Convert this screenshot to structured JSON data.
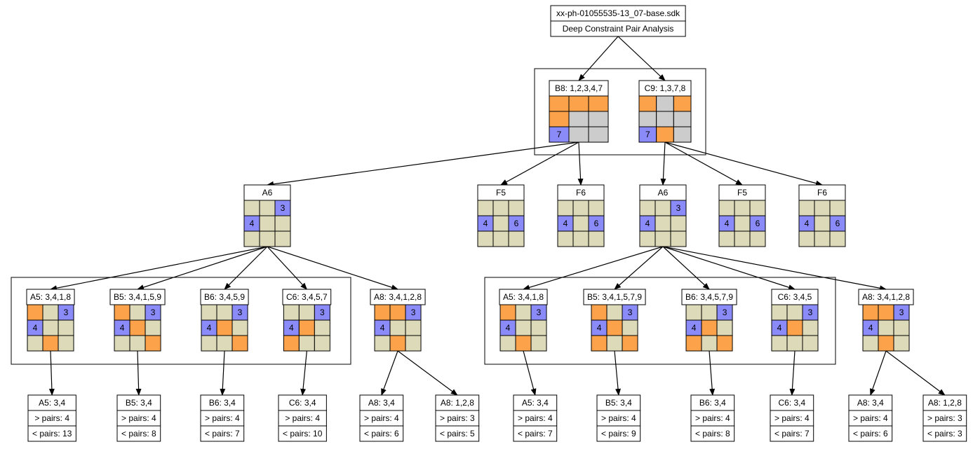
{
  "colors": {
    "tan": "#dcdab8",
    "orange": "#fca24a",
    "blue": "#8a8af8",
    "gray": "#cccccc",
    "white": "#ffffff",
    "black": "#000000"
  },
  "root": {
    "id": "root",
    "lines": [
      "xx-ph-01055535-13_07-base.sdk",
      "Deep Constraint Pair Analysis"
    ]
  },
  "nodes": [
    {
      "id": "l1a",
      "title": "B8: 1,2,3,4,7",
      "grid": [
        "O",
        "O",
        "O",
        "O",
        "G",
        "G",
        "B",
        "G",
        "G"
      ],
      "nums": [
        "",
        "",
        "",
        "",
        "",
        "",
        "7",
        "",
        ""
      ]
    },
    {
      "id": "l1b",
      "title": "C9: 1,3,7,8",
      "grid": [
        "O",
        "G",
        "O",
        "G",
        "G",
        "G",
        "B",
        "O",
        "G"
      ],
      "nums": [
        "",
        "",
        "",
        "",
        "",
        "",
        "7",
        "",
        ""
      ]
    },
    {
      "id": "a6l",
      "title": "A6",
      "grid": [
        "T",
        "T",
        "B",
        "B",
        "T",
        "T",
        "T",
        "T",
        "T"
      ],
      "nums": [
        "",
        "",
        "3",
        "4",
        "",
        "",
        "",
        "",
        ""
      ]
    },
    {
      "id": "f5l",
      "title": "F5",
      "grid": [
        "T",
        "T",
        "T",
        "B",
        "T",
        "B",
        "T",
        "T",
        "T"
      ],
      "nums": [
        "",
        "",
        "",
        "4",
        "",
        "6",
        "",
        "",
        ""
      ]
    },
    {
      "id": "f6l",
      "title": "F6",
      "grid": [
        "T",
        "T",
        "T",
        "B",
        "T",
        "B",
        "T",
        "T",
        "T"
      ],
      "nums": [
        "",
        "",
        "",
        "4",
        "",
        "6",
        "",
        "",
        ""
      ]
    },
    {
      "id": "a6r",
      "title": "A6",
      "grid": [
        "T",
        "T",
        "B",
        "B",
        "T",
        "T",
        "T",
        "T",
        "T"
      ],
      "nums": [
        "",
        "",
        "3",
        "4",
        "",
        "",
        "",
        "",
        ""
      ]
    },
    {
      "id": "f5r",
      "title": "F5",
      "grid": [
        "T",
        "T",
        "T",
        "B",
        "T",
        "B",
        "T",
        "T",
        "T"
      ],
      "nums": [
        "",
        "",
        "",
        "4",
        "",
        "6",
        "",
        "",
        ""
      ]
    },
    {
      "id": "f6r",
      "title": "F6",
      "grid": [
        "T",
        "T",
        "T",
        "B",
        "T",
        "B",
        "T",
        "T",
        "T"
      ],
      "nums": [
        "",
        "",
        "",
        "4",
        "",
        "6",
        "",
        "",
        ""
      ]
    },
    {
      "id": "la5",
      "title": "A5: 3,4,1,8",
      "grid": [
        "O",
        "T",
        "B",
        "B",
        "T",
        "T",
        "T",
        "O",
        "T"
      ],
      "nums": [
        "",
        "",
        "3",
        "4",
        "",
        "",
        "",
        "",
        ""
      ]
    },
    {
      "id": "lb5",
      "title": "B5: 3,4,1,5,9",
      "grid": [
        "O",
        "T",
        "B",
        "B",
        "O",
        "T",
        "T",
        "T",
        "O"
      ],
      "nums": [
        "",
        "",
        "3",
        "4",
        "",
        "",
        "",
        "",
        ""
      ]
    },
    {
      "id": "lb6",
      "title": "B6: 3,4,5,9",
      "grid": [
        "T",
        "T",
        "B",
        "B",
        "O",
        "T",
        "T",
        "T",
        "O"
      ],
      "nums": [
        "",
        "",
        "3",
        "4",
        "",
        "",
        "",
        "",
        ""
      ]
    },
    {
      "id": "lc6",
      "title": "C6: 3,4,5,7",
      "grid": [
        "T",
        "T",
        "B",
        "B",
        "O",
        "T",
        "O",
        "T",
        "T"
      ],
      "nums": [
        "",
        "",
        "3",
        "4",
        "",
        "",
        "",
        "",
        ""
      ]
    },
    {
      "id": "la8",
      "title": "A8: 3,4,1,2,8",
      "grid": [
        "O",
        "O",
        "B",
        "B",
        "T",
        "T",
        "T",
        "O",
        "T"
      ],
      "nums": [
        "",
        "",
        "3",
        "4",
        "",
        "",
        "",
        "",
        ""
      ]
    },
    {
      "id": "ra5",
      "title": "A5: 3,4,1,8",
      "grid": [
        "O",
        "T",
        "B",
        "B",
        "T",
        "T",
        "T",
        "O",
        "T"
      ],
      "nums": [
        "",
        "",
        "3",
        "4",
        "",
        "",
        "",
        "",
        ""
      ]
    },
    {
      "id": "rb5",
      "title": "B5: 3,4,1,5,7,9",
      "grid": [
        "O",
        "T",
        "B",
        "B",
        "O",
        "T",
        "O",
        "T",
        "O"
      ],
      "nums": [
        "",
        "",
        "3",
        "4",
        "",
        "",
        "",
        "",
        ""
      ]
    },
    {
      "id": "rb6",
      "title": "B6: 3,4,5,7,9",
      "grid": [
        "T",
        "T",
        "B",
        "B",
        "O",
        "T",
        "O",
        "T",
        "O"
      ],
      "nums": [
        "",
        "",
        "3",
        "4",
        "",
        "",
        "",
        "",
        ""
      ]
    },
    {
      "id": "rc6",
      "title": "C6: 3,4,5",
      "grid": [
        "T",
        "T",
        "B",
        "B",
        "O",
        "T",
        "T",
        "T",
        "T"
      ],
      "nums": [
        "",
        "",
        "3",
        "4",
        "",
        "",
        "",
        "",
        ""
      ]
    },
    {
      "id": "ra8",
      "title": "A8: 3,4,1,2,8",
      "grid": [
        "O",
        "O",
        "B",
        "B",
        "T",
        "T",
        "T",
        "O",
        "T"
      ],
      "nums": [
        "",
        "",
        "3",
        "4",
        "",
        "",
        "",
        "",
        ""
      ]
    }
  ],
  "results": [
    {
      "id": "res1",
      "lines": [
        "A5: 3,4",
        "> pairs: 4",
        "< pairs: 13"
      ]
    },
    {
      "id": "res2",
      "lines": [
        "B5: 3,4",
        "> pairs: 4",
        "< pairs: 8"
      ]
    },
    {
      "id": "res3",
      "lines": [
        "B6: 3,4",
        "> pairs: 4",
        "< pairs: 7"
      ]
    },
    {
      "id": "res4",
      "lines": [
        "C6: 3,4",
        "> pairs: 4",
        "< pairs: 10"
      ]
    },
    {
      "id": "res5",
      "lines": [
        "A8: 3,4",
        "> pairs: 4",
        "< pairs: 6"
      ]
    },
    {
      "id": "res6",
      "lines": [
        "A8: 1,2,8",
        "> pairs: 3",
        "< pairs: 5"
      ]
    },
    {
      "id": "res7",
      "lines": [
        "A5: 3,4",
        "> pairs: 4",
        "< pairs: 7"
      ]
    },
    {
      "id": "res8",
      "lines": [
        "B5: 3,4",
        "> pairs: 4",
        "< pairs: 9"
      ]
    },
    {
      "id": "res9",
      "lines": [
        "B6: 3,4",
        "> pairs: 4",
        "< pairs: 8"
      ]
    },
    {
      "id": "res10",
      "lines": [
        "C6: 3,4",
        "> pairs: 4",
        "< pairs: 7"
      ]
    },
    {
      "id": "res11",
      "lines": [
        "A8: 3,4",
        "> pairs: 4",
        "< pairs: 6"
      ]
    },
    {
      "id": "res12",
      "lines": [
        "A8: 1,2,8",
        "> pairs: 3",
        "< pairs: 3"
      ]
    }
  ],
  "edges": [
    [
      "root",
      "l1a"
    ],
    [
      "root",
      "l1b"
    ],
    [
      "l1a",
      "a6l"
    ],
    [
      "l1a",
      "f5l"
    ],
    [
      "l1a",
      "f6l"
    ],
    [
      "l1b",
      "a6r"
    ],
    [
      "l1b",
      "f5r"
    ],
    [
      "l1b",
      "f6r"
    ],
    [
      "a6l",
      "la5"
    ],
    [
      "a6l",
      "lb5"
    ],
    [
      "a6l",
      "lb6"
    ],
    [
      "a6l",
      "lc6"
    ],
    [
      "a6l",
      "la8"
    ],
    [
      "a6r",
      "ra5"
    ],
    [
      "a6r",
      "rb5"
    ],
    [
      "a6r",
      "rb6"
    ],
    [
      "a6r",
      "rc6"
    ],
    [
      "a6r",
      "ra8"
    ],
    [
      "la5",
      "res1"
    ],
    [
      "lb5",
      "res2"
    ],
    [
      "lb6",
      "res3"
    ],
    [
      "lc6",
      "res4"
    ],
    [
      "la8",
      "res5"
    ],
    [
      "la8",
      "res6"
    ],
    [
      "ra5",
      "res7"
    ],
    [
      "rb5",
      "res8"
    ],
    [
      "rb6",
      "res9"
    ],
    [
      "rc6",
      "res10"
    ],
    [
      "ra8",
      "res11"
    ],
    [
      "ra8",
      "res12"
    ]
  ]
}
